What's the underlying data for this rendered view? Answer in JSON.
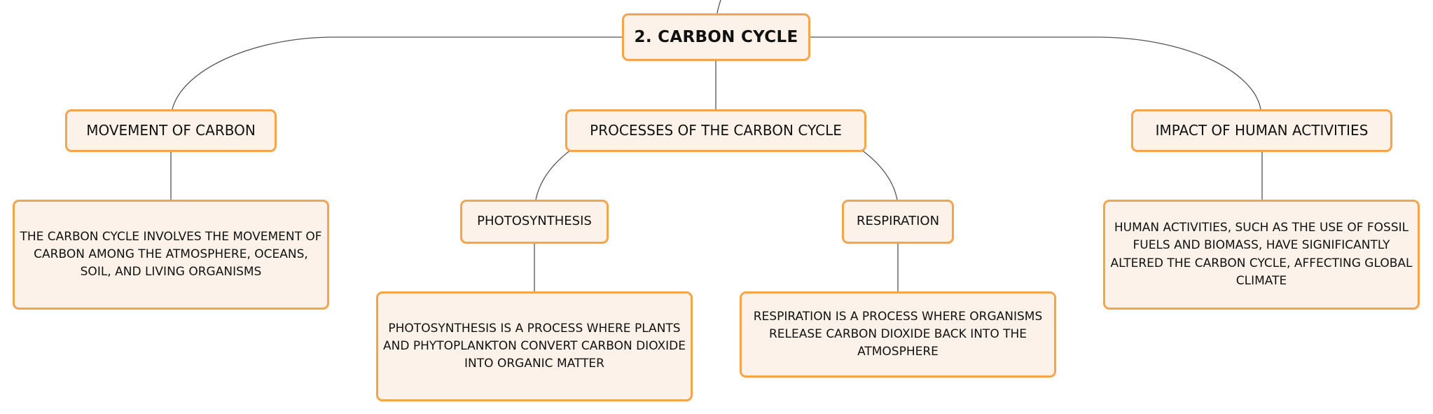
{
  "diagram": {
    "root": {
      "label": "2. CARBON CYCLE"
    },
    "movement": {
      "label": "MOVEMENT OF CARBON",
      "description": "THE CARBON CYCLE INVOLVES THE MOVEMENT OF CARBON AMONG THE ATMOSPHERE, OCEANS, SOIL, AND LIVING ORGANISMS"
    },
    "processes": {
      "label": "PROCESSES OF THE CARBON CYCLE",
      "photosynthesis": {
        "label": "PHOTOSYNTHESIS",
        "description": "PHOTOSYNTHESIS IS A PROCESS WHERE PLANTS AND PHYTOPLANKTON CONVERT CARBON DIOXIDE INTO ORGANIC MATTER"
      },
      "respiration": {
        "label": "RESPIRATION",
        "description": "RESPIRATION IS A PROCESS WHERE ORGANISMS RELEASE CARBON DIOXIDE BACK INTO THE ATMOSPHERE"
      }
    },
    "impact": {
      "label": "IMPACT OF HUMAN ACTIVITIES",
      "description": "HUMAN ACTIVITIES, SUCH AS THE USE OF FOSSIL FUELS AND BIOMASS, HAVE SIGNIFICANTLY ALTERED THE CARBON CYCLE, AFFECTING GLOBAL CLIMATE"
    }
  },
  "colors": {
    "node_fill": "#fdf2e9",
    "node_border": "#f2a54a",
    "connector": "#555555"
  }
}
